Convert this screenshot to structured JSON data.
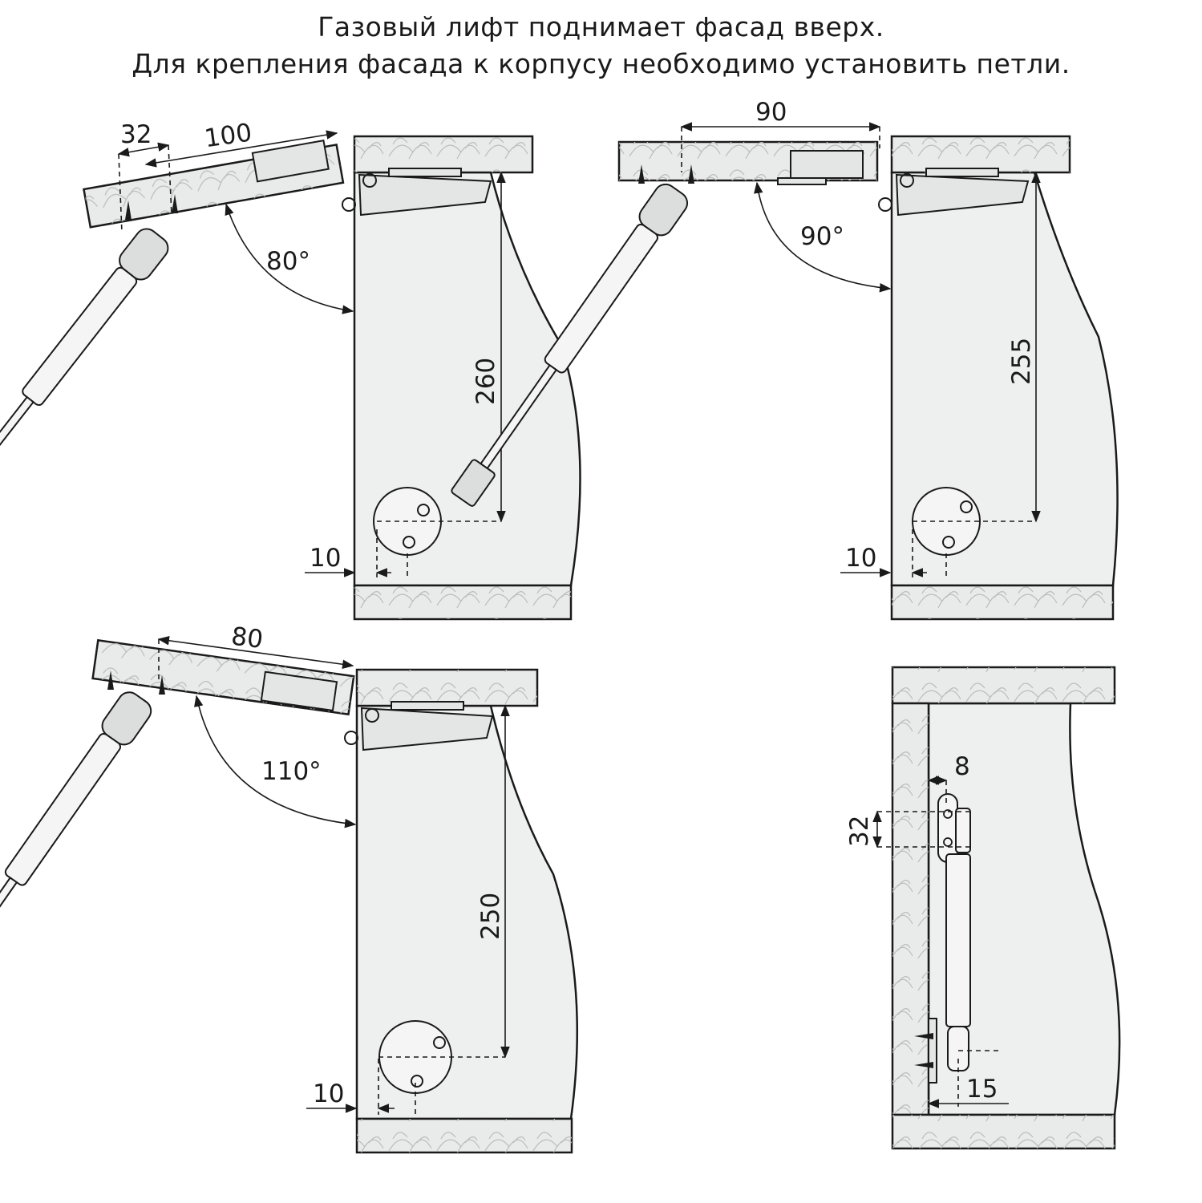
{
  "heading": {
    "line1": "Газовый лифт поднимает фасад вверх.",
    "line2": "Для крепления фасада к корпусу необходимо установить петли."
  },
  "diagrams": {
    "angle_80": {
      "angle_label": "80°",
      "dim_offset_a": "32",
      "dim_offset_b": "100",
      "dim_height": "260",
      "dim_side": "10"
    },
    "angle_90": {
      "angle_label": "90°",
      "dim_offset": "90",
      "dim_height": "255",
      "dim_side": "10"
    },
    "angle_110": {
      "angle_label": "110°",
      "dim_offset": "80",
      "dim_height": "250",
      "dim_side": "10"
    },
    "closed_view": {
      "dim_top": "8",
      "dim_spacing": "32",
      "dim_bottom": "15"
    }
  }
}
